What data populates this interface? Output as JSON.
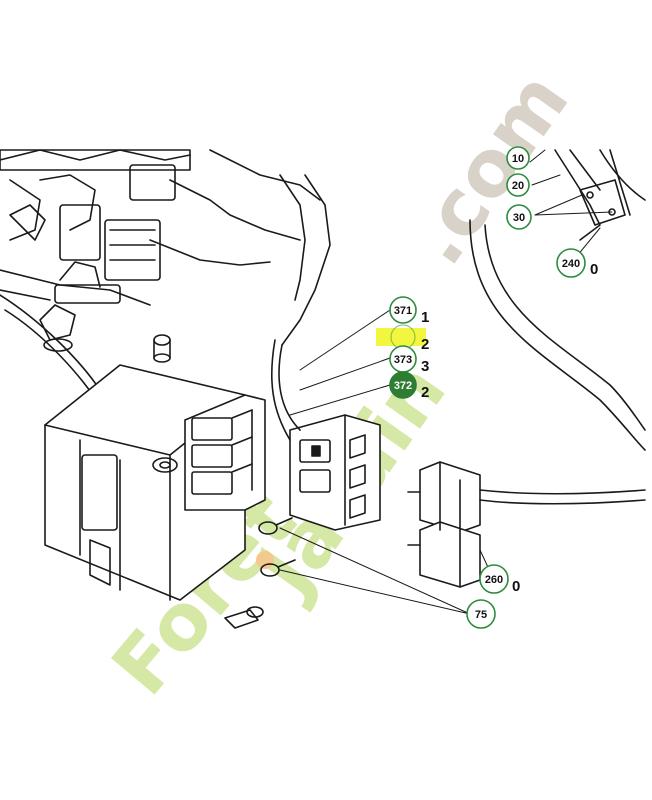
{
  "callouts": [
    {
      "id": "c10",
      "number": "10",
      "qty": "",
      "filled": false
    },
    {
      "id": "c20",
      "number": "20",
      "qty": "",
      "filled": false
    },
    {
      "id": "c30",
      "number": "30",
      "qty": "",
      "filled": false
    },
    {
      "id": "c240",
      "number": "240",
      "qty": "0",
      "filled": false
    },
    {
      "id": "c371",
      "number": "371",
      "qty": "1",
      "filled": false
    },
    {
      "id": "c_blank",
      "number": "",
      "qty": "2",
      "filled": false,
      "highlighted": true
    },
    {
      "id": "c373",
      "number": "373",
      "qty": "3",
      "filled": false
    },
    {
      "id": "c372",
      "number": "372",
      "qty": "2",
      "filled": true
    },
    {
      "id": "c260",
      "number": "260",
      "qty": "0",
      "filled": false
    },
    {
      "id": "c75",
      "number": "75",
      "qty": "",
      "filled": false
    }
  ],
  "watermark": {
    "text_forest": "Foret",
    "text_jardin": "Jardin",
    "text_com": ".com",
    "color_green": "#d5e8a6",
    "color_orange": "#f3c98d",
    "color_gray": "#d8d2c8"
  },
  "colors": {
    "line": "#1a1a1a",
    "callout_ring": "#2e8b3c",
    "callout_fill": "#2e7d32",
    "highlight": "#f2f52a"
  }
}
